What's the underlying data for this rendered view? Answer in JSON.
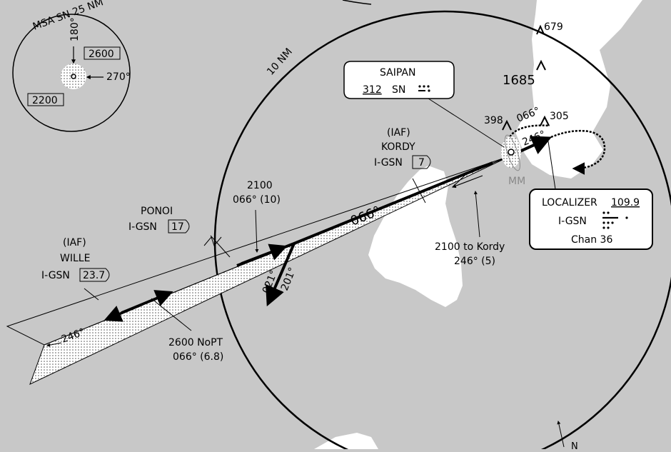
{
  "msa": {
    "title": "MSA SN 25 NM",
    "bearing_180": "180°",
    "bearing_270": "270°",
    "alt_north": "2600",
    "alt_south": "2200"
  },
  "ring_label": "10 NM",
  "navaid_ndb": {
    "name": "SAIPAN",
    "freq": "312",
    "ident": "SN"
  },
  "localizer": {
    "label": "LOCALIZER",
    "freq": "109.9",
    "ident": "I-GSN",
    "channel": "Chan 36"
  },
  "terrain": {
    "peak_1": "679",
    "peak_2": "1685",
    "obstacle_1": "398",
    "obstacle_2": "305"
  },
  "fixes": {
    "kordy": {
      "role": "(IAF)",
      "name": "KORDY",
      "dme_ident": "I-GSN",
      "dme": "7"
    },
    "ponoi": {
      "name": "PONOI",
      "dme_ident": "I-GSN",
      "dme": "17"
    },
    "wille": {
      "role": "(IAF)",
      "name": "WILLE",
      "dme_ident": "I-GSN",
      "dme": "23.7"
    }
  },
  "procedure": {
    "course_inbound": "066°",
    "course_outbound": "246°",
    "hold_course_inbound": "066°",
    "hold_course_outbound": "246°",
    "transition_kordy_alt": "2100 to Kordy",
    "transition_kordy_course": "246° (5)",
    "segment_ponoi_alt": "2100",
    "segment_ponoi_course": "066° (10)",
    "segment_wille_alt": "2600 NoPT",
    "segment_wille_course": "066° (6.8)",
    "procedure_turn_out": "021°",
    "procedure_turn_in": "201°",
    "marker": "MM",
    "lower_label": "N"
  },
  "colors": {
    "land": "#ffffff",
    "water": "#c8c8c8",
    "ink": "#000000",
    "marker": "#888888"
  }
}
